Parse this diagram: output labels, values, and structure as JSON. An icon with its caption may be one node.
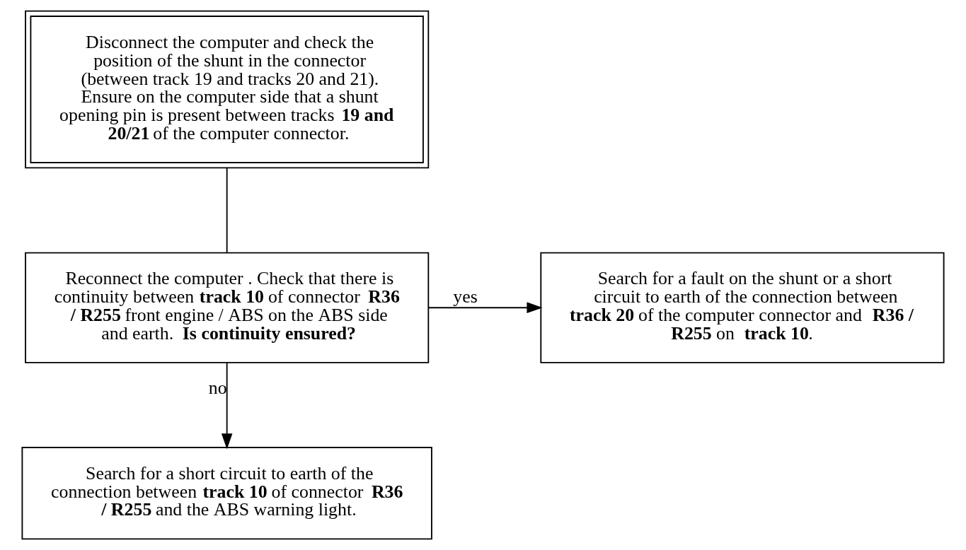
{
  "diagram": {
    "nodes": [
      {
        "text": [
          "Disconnect the computer and check the position of the shunt in the connector (between track 19 and tracks 20 and 21). Ensure on the computer side that a shunt opening pin is present between tracks **19 and 20/21** of the computer connector."
        ]
      },
      {
        "text": [
          "Reconnect the computer . Check that there is continuity between **track 10** of connector **R36 / R255** front engine / ABS on the ABS side and earth. **Is continuity ensured?**"
        ]
      },
      {
        "text": [
          "Search for a fault on the shunt or a short circuit to earth of the connection between **track 20** of the computer connector and **R36 / R255** on **track 10**."
        ]
      },
      {
        "text": [
          "Search for a short circuit to earth of the connection between **track 10** of connector **R36 / R255** and the ABS warning light."
        ]
      }
    ],
    "edges": [
      {
        "from": 0,
        "to": 1,
        "arrow": "none"
      },
      {
        "from": 1,
        "to": 2,
        "arrow": "to",
        "label": "yes"
      },
      {
        "from": 1,
        "to": 3,
        "arrow": "to",
        "label": "no"
      }
    ]
  }
}
